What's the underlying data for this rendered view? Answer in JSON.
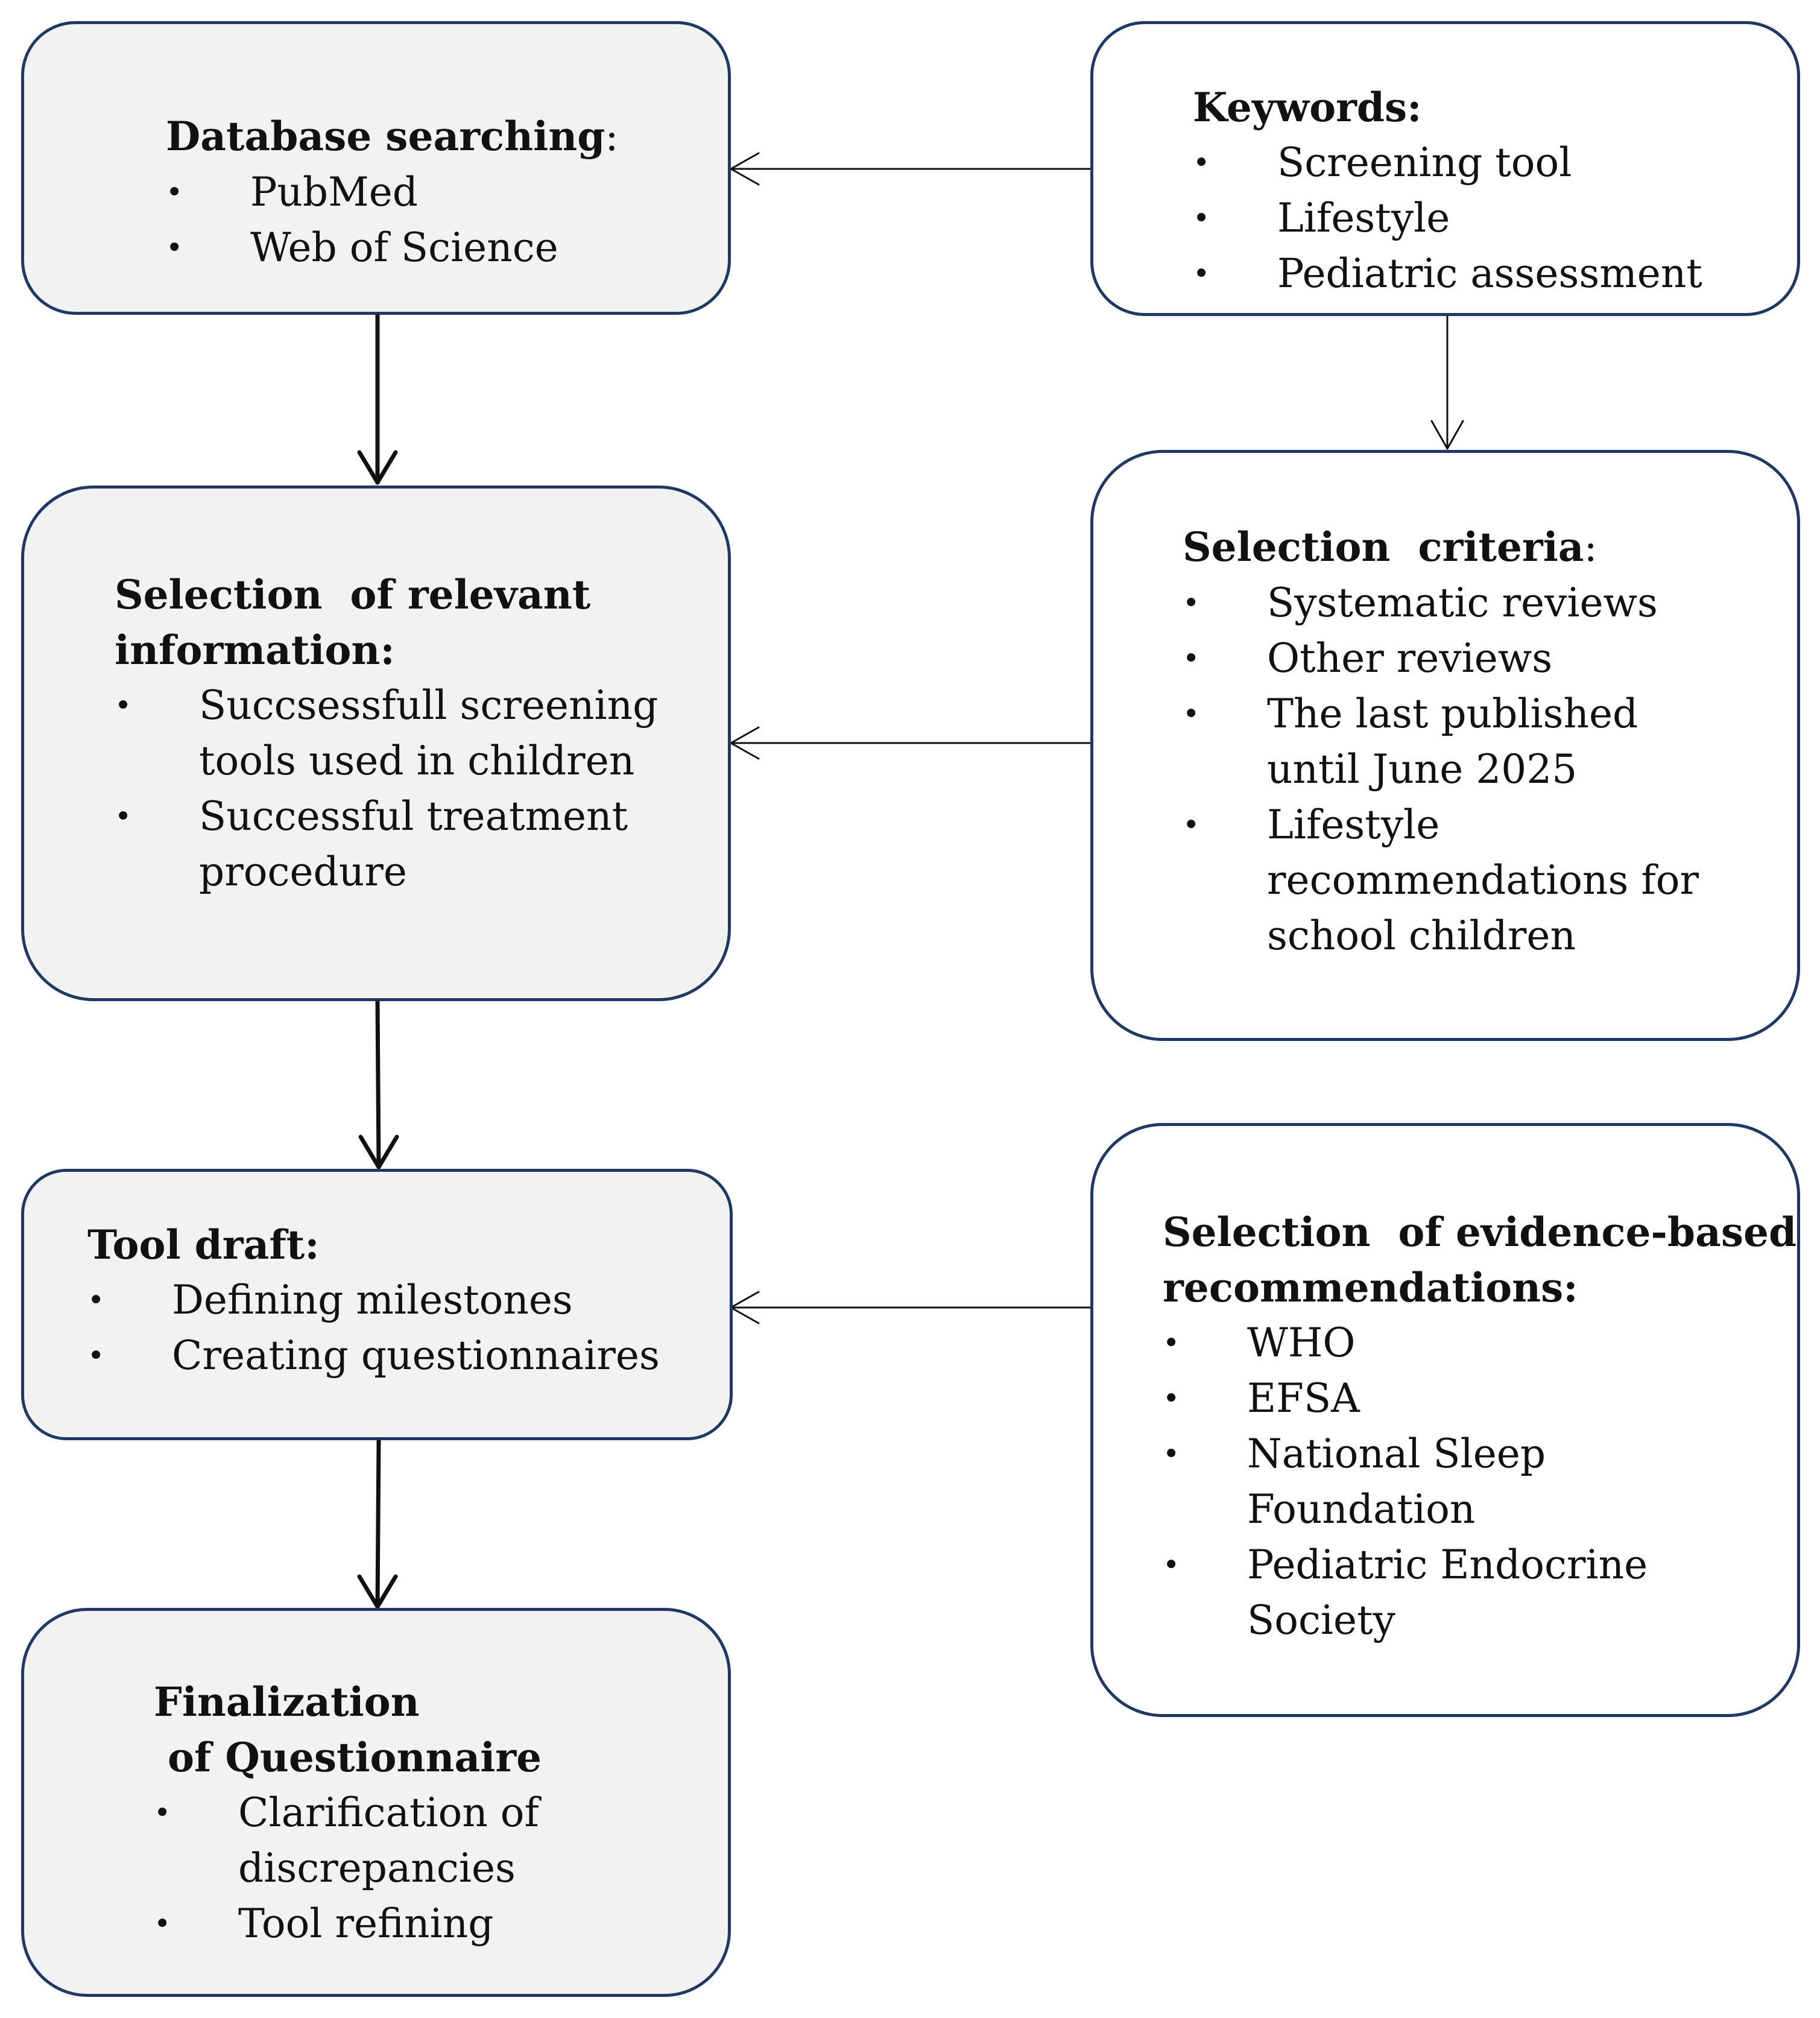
{
  "colors": {
    "box_border": "#1f3864",
    "left_box_fill": "#f2f2f2",
    "right_box_fill": "#ffffff",
    "arrow": "#111111"
  },
  "database": {
    "title": "Database searching",
    "title_tail": ":",
    "items": [
      "PubMed",
      "Web of Science"
    ]
  },
  "keywords": {
    "title": "Keywords:",
    "items": [
      "Screening tool",
      "Lifestyle",
      "Pediatric assessment"
    ]
  },
  "relevant": {
    "title_line1": "Selection  of relevant",
    "title_line2": "information:",
    "items": [
      "Succsessfull screening tools used  in children",
      "Successful treatment procedure"
    ]
  },
  "criteria": {
    "title": "Selection  criteria",
    "title_tail": ":",
    "items": [
      "Systematic reviews",
      "Other reviews",
      "The last published until June 2025",
      "Lifestyle recommendations for school children"
    ]
  },
  "draft": {
    "title": "Tool draft:",
    "items": [
      "Defining milestones",
      "Creating questionnaires"
    ]
  },
  "evidence": {
    "title_line1": "Selection  of evidence-based",
    "title_line2": "recommendations:",
    "items": [
      "WHO",
      "EFSA",
      "National Sleep Foundation",
      "Pediatric Endocrine Society"
    ]
  },
  "final": {
    "title_line1": "Finalization",
    "title_line2": " of Questionnaire",
    "items": [
      "Clarification of discrepancies",
      "Tool refining"
    ]
  }
}
